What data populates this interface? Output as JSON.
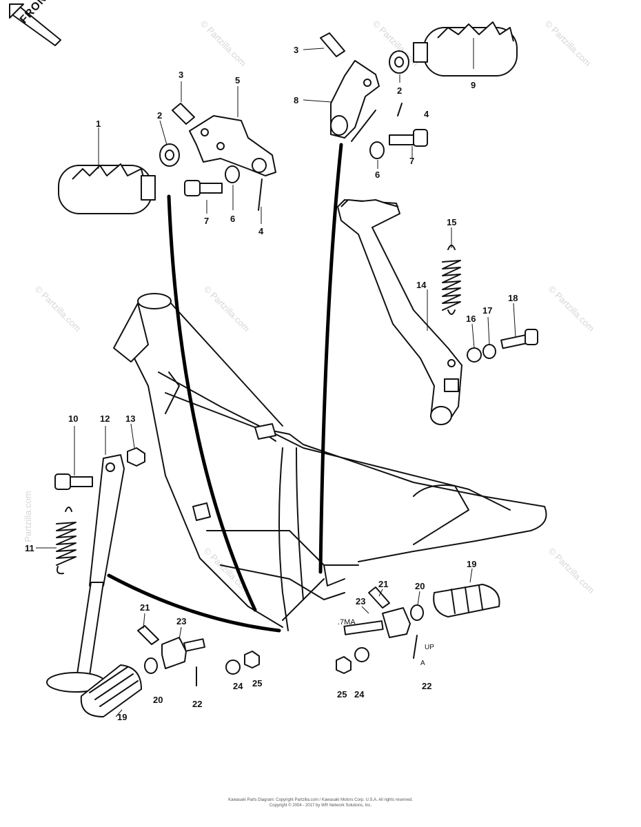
{
  "front_label": "FRONT",
  "watermark": "© Partzilla.com",
  "callouts": {
    "c1": "1",
    "c2a": "2",
    "c2b": "2",
    "c3a": "3",
    "c3b": "3",
    "c4a": "4",
    "c4b": "4",
    "c5": "5",
    "c6a": "6",
    "c6b": "6",
    "c7a": "7",
    "c7b": "7",
    "c8": "8",
    "c9": "9",
    "c10": "10",
    "c11": "11",
    "c12": "12",
    "c13": "13",
    "c14": "14",
    "c15": "15",
    "c16": "16",
    "c17": "17",
    "c18": "18",
    "c19a": "19",
    "c19b": "19",
    "c20a": "20",
    "c20b": "20",
    "c21a": "21",
    "c21b": "21",
    "c22a": "22",
    "c22b": "22",
    "c23a": "23",
    "c23b": "23",
    "c24a": "24",
    "c24b": "24",
    "c25a": "25",
    "c25b": "25"
  },
  "marks": {
    "m1": ".7MA",
    "m2": "UP",
    "m3": "A"
  },
  "footer": {
    "line1": "Kawasaki Parts Diagram: Copyright Partzilla.com / Kawasaki Motors Corp. U.S.A. All rights reserved.",
    "line2": "Copyright © 2004 - 2017 by WR Network Solutions, Inc."
  },
  "colors": {
    "ink": "#111111",
    "watermark": "#d6d6d6",
    "background": "#ffffff"
  }
}
